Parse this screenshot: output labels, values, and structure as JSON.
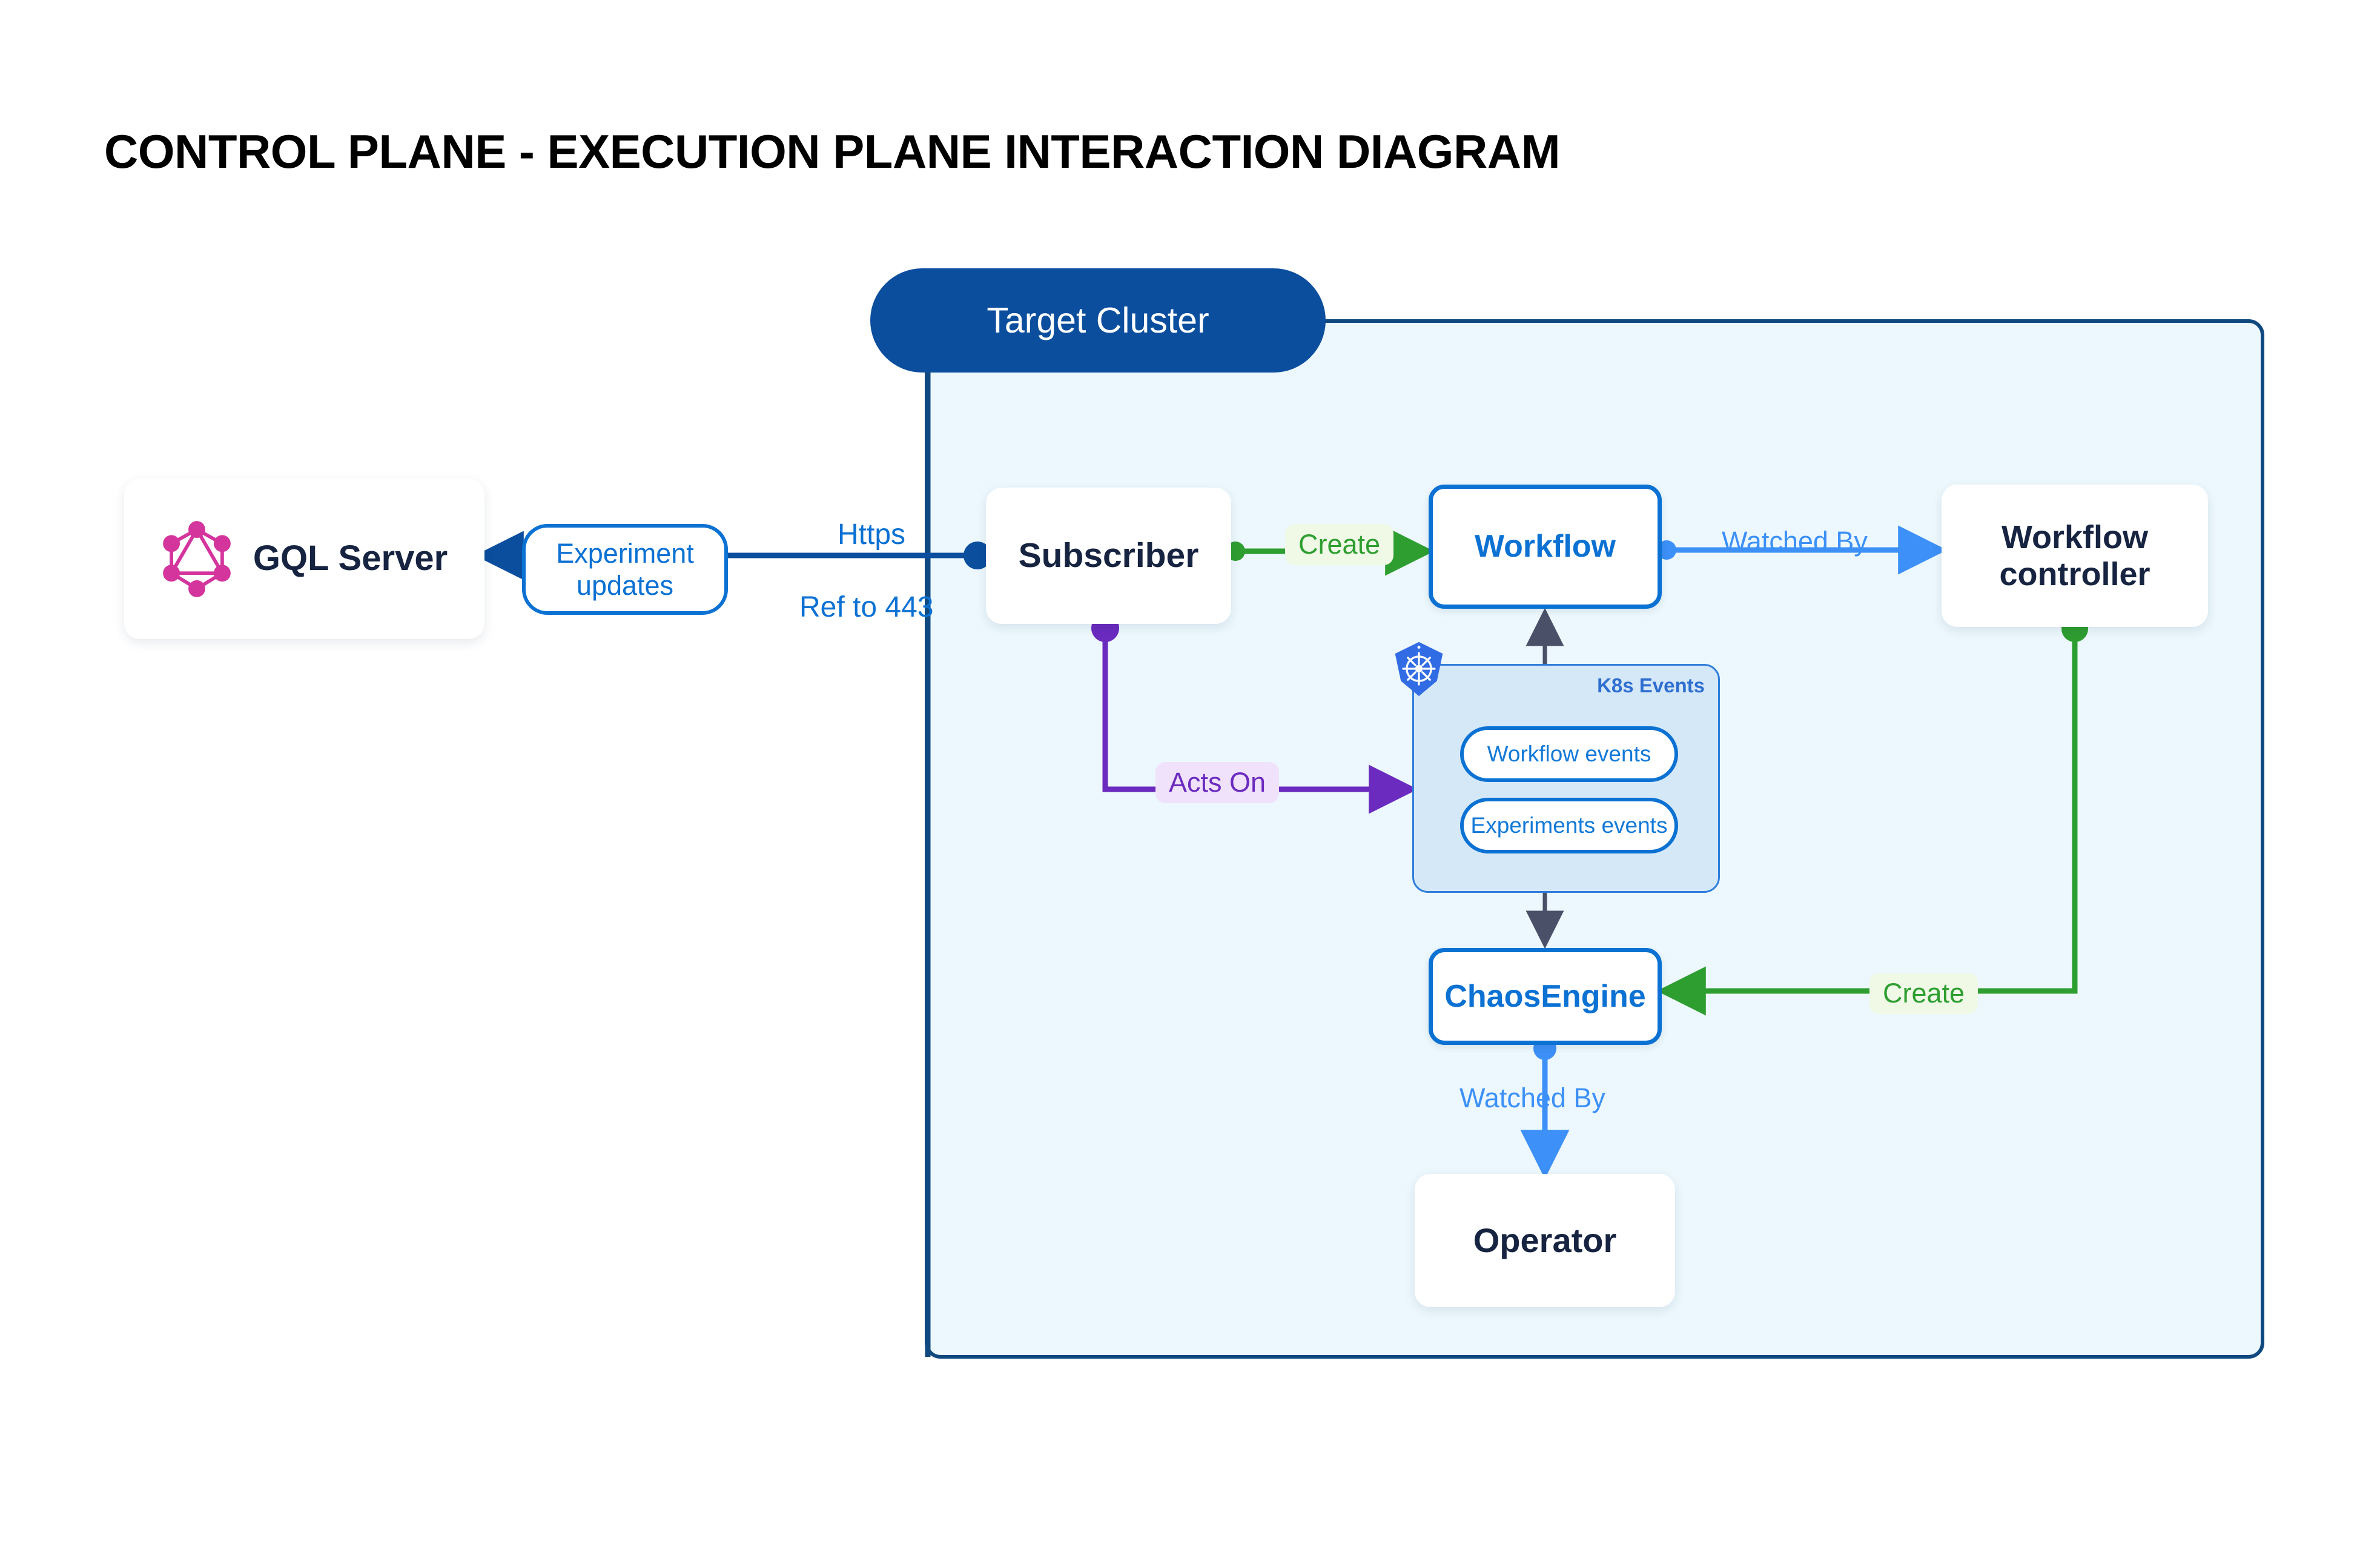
{
  "page": {
    "title": "CONTROL PLANE - EXECUTION PLANE INTERACTION DIAGRAM",
    "background": "#ffffff"
  },
  "cluster": {
    "badge_label": "Target Cluster",
    "badge_color": "#0b4e9e",
    "panel_fill": "#ecf8fd",
    "panel_border": "#10497f"
  },
  "nodes": {
    "gql_server": {
      "label": "GQL Server",
      "icon": "graphql-logo-icon",
      "icon_color": "#d4359d"
    },
    "subscriber": {
      "label": "Subscriber"
    },
    "workflow": {
      "label": "Workflow",
      "accent": "#0b71d3"
    },
    "workflow_controller": {
      "label": "Workflow\ncontroller"
    },
    "chaos_engine": {
      "label": "ChaosEngine",
      "accent": "#0b71d3"
    },
    "operator": {
      "label": "Operator"
    }
  },
  "k8s_group": {
    "label": "K8s Events",
    "icon": "kubernetes-helm-icon",
    "icon_color": "#326ce5",
    "fill": "#d5e8f8",
    "border": "#2f7ddb",
    "pills": [
      {
        "label": "Workflow events"
      },
      {
        "label": "Experiments events"
      }
    ]
  },
  "edges": {
    "experiment_updates": {
      "label": "Experiment\nupdates",
      "color": "#0b71d3"
    },
    "https": {
      "label": "Https",
      "color": "#0b71d3"
    },
    "ref_to_443": {
      "label": "Ref to 443",
      "color": "#0b71d3"
    },
    "create_subscriber_workflow": {
      "label": "Create",
      "color": "#2e9e30",
      "chip_bg": "#eff9e6"
    },
    "watched_by_workflow": {
      "label": "Watched By",
      "color": "#3d90f7"
    },
    "acts_on": {
      "label": "Acts On",
      "color": "#6b2bbf",
      "chip_bg": "#f0e2fb"
    },
    "create_controller_chaosengine": {
      "label": "Create",
      "color": "#2e9e30",
      "chip_bg": "#eff9e6"
    },
    "watched_by_operator": {
      "label": "Watched By",
      "color": "#3d90f7"
    }
  },
  "chart_data": {
    "type": "diagram",
    "title": "CONTROL PLANE - EXECUTION PLANE INTERACTION DIAGRAM",
    "nodes": [
      "GQL Server",
      "Subscriber",
      "Workflow",
      "Workflow controller",
      "K8s Events",
      "Workflow events",
      "Experiments events",
      "ChaosEngine",
      "Operator",
      "Target Cluster"
    ],
    "links": [
      {
        "from": "Subscriber",
        "to": "GQL Server",
        "label": "Experiment updates / Https / Ref to 443",
        "color": "#0b71d3"
      },
      {
        "from": "Subscriber",
        "to": "Workflow",
        "label": "Create",
        "color": "#2e9e30"
      },
      {
        "from": "Workflow",
        "to": "Workflow controller",
        "label": "Watched By",
        "color": "#3d90f7"
      },
      {
        "from": "Subscriber",
        "to": "K8s Events",
        "label": "Acts On",
        "color": "#6b2bbf"
      },
      {
        "from": "K8s Events",
        "to": "Workflow",
        "label": "",
        "color": "#4a5068"
      },
      {
        "from": "K8s Events",
        "to": "ChaosEngine",
        "label": "",
        "color": "#4a5068"
      },
      {
        "from": "Workflow controller",
        "to": "ChaosEngine",
        "label": "Create",
        "color": "#2e9e30"
      },
      {
        "from": "ChaosEngine",
        "to": "Operator",
        "label": "Watched By",
        "color": "#3d90f7"
      }
    ]
  }
}
